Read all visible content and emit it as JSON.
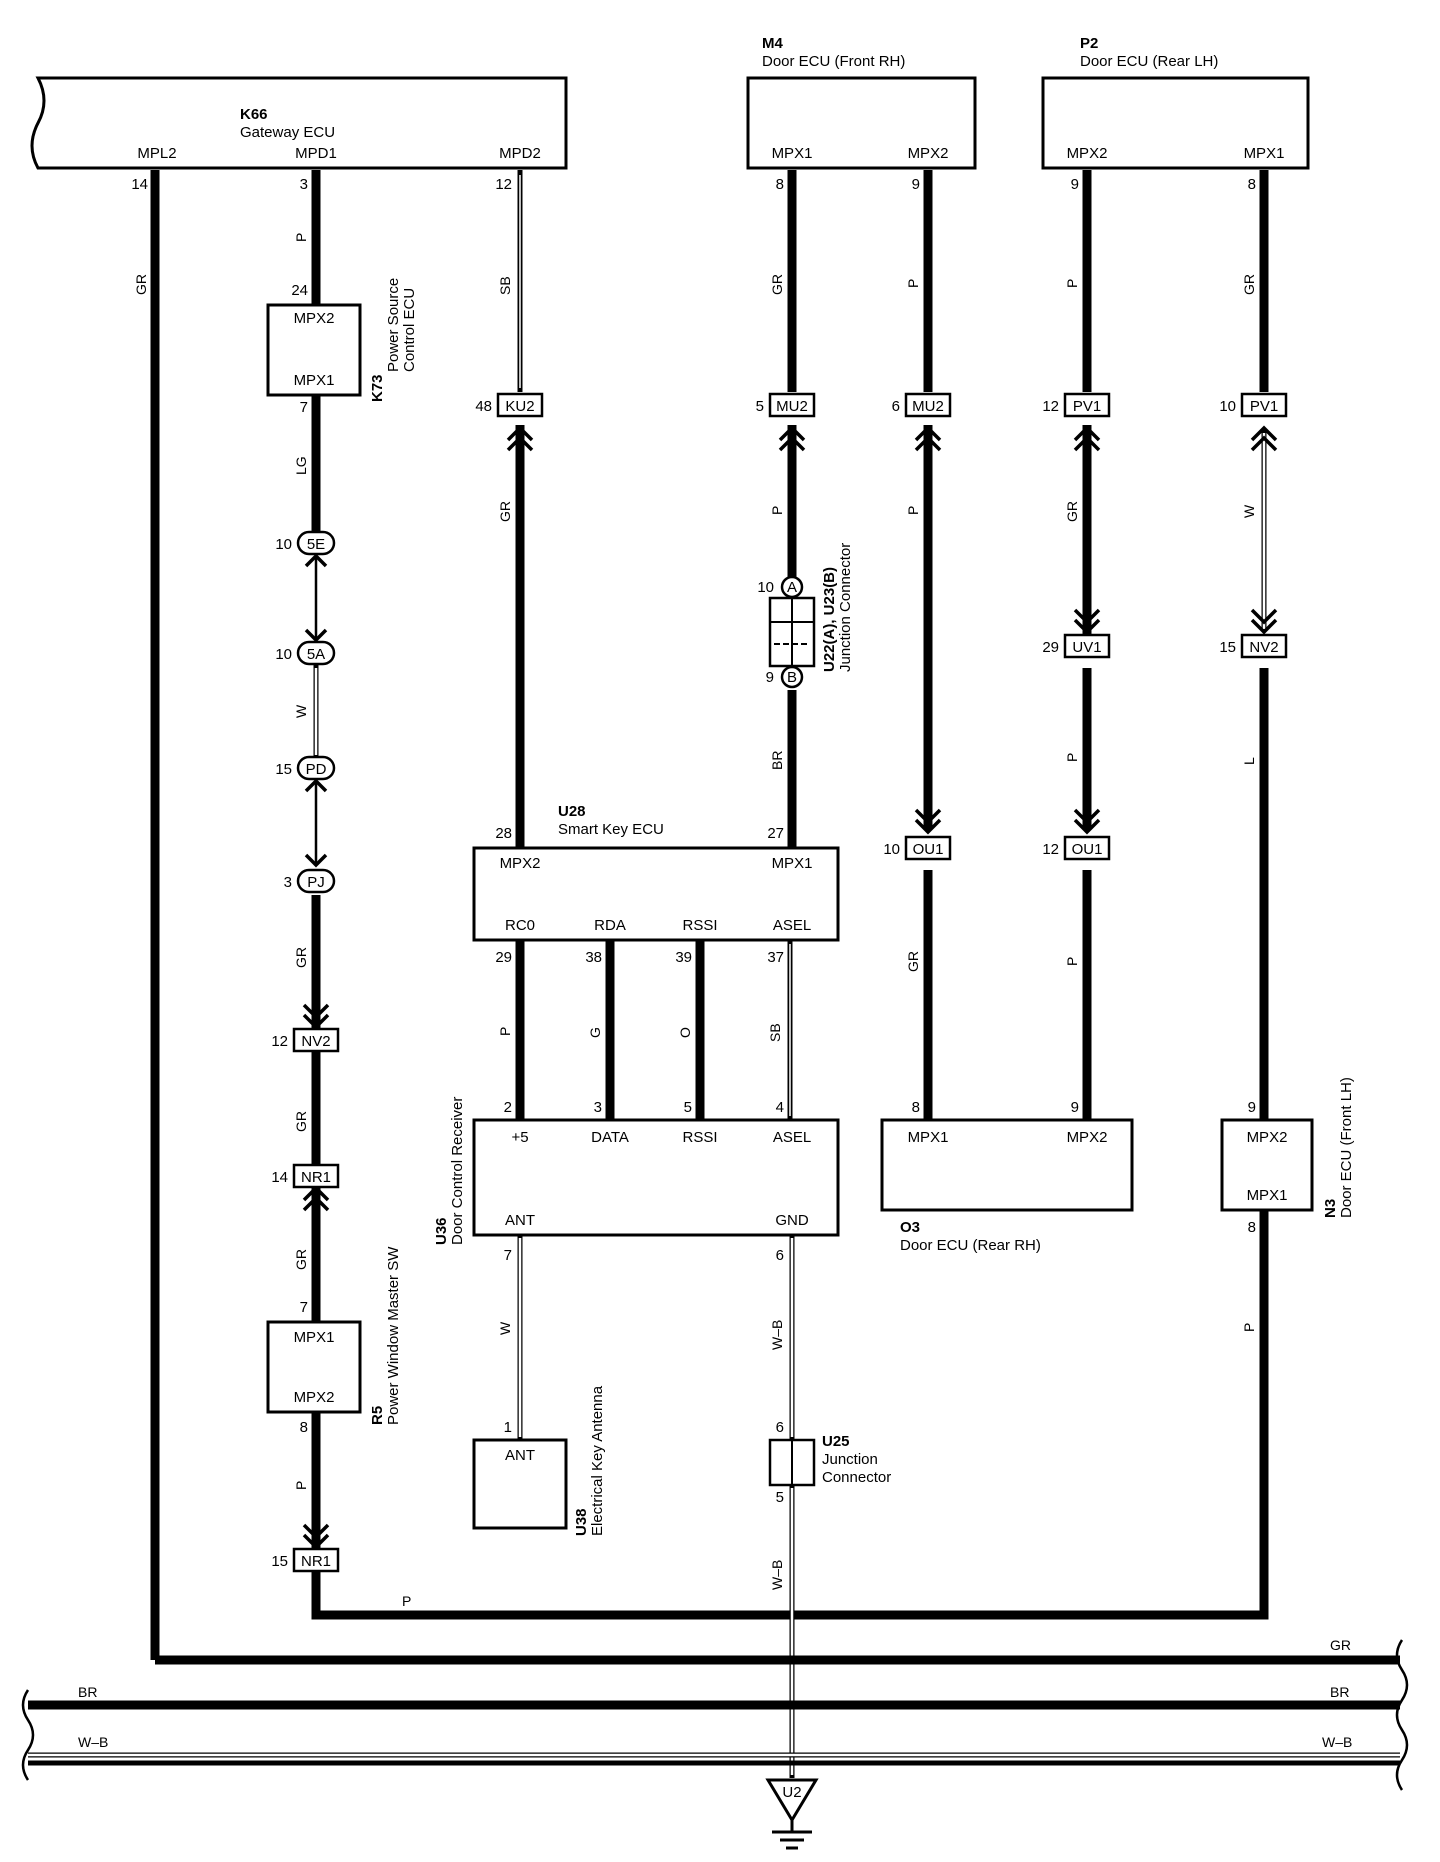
{
  "components": {
    "k66": {
      "code": "K66",
      "name": "Gateway ECU",
      "pins": [
        "MPL2",
        "MPD1",
        "MPD2"
      ],
      "pin_numbers": [
        "14",
        "3",
        "12"
      ]
    },
    "m4": {
      "code": "M4",
      "name": "Door ECU (Front RH)",
      "pins": [
        "MPX1",
        "MPX2"
      ],
      "pin_numbers": [
        "8",
        "9"
      ]
    },
    "p2": {
      "code": "P2",
      "name": "Door ECU (Rear LH)",
      "pins": [
        "MPX2",
        "MPX1"
      ],
      "pin_numbers": [
        "9",
        "8"
      ]
    },
    "k73": {
      "code": "K73",
      "name_line1": "Power Source",
      "name_line2": "Control ECU",
      "pins": [
        "MPX2",
        "MPX1"
      ],
      "pin_numbers": [
        "24",
        "7"
      ]
    },
    "u28": {
      "code": "U28",
      "name": "Smart Key ECU",
      "pins_top": [
        "MPX2",
        "MPX1"
      ],
      "pins_top_numbers": [
        "28",
        "27"
      ],
      "pins_bottom": [
        "RC0",
        "RDA",
        "RSSI",
        "ASEL"
      ],
      "pins_bottom_numbers": [
        "29",
        "38",
        "39",
        "37"
      ]
    },
    "u36": {
      "code": "U36",
      "name": "Door Control Receiver",
      "pins_top": [
        "+5",
        "DATA",
        "RSSI",
        "ASEL"
      ],
      "pins_top_numbers": [
        "2",
        "3",
        "5",
        "4"
      ],
      "pins_bottom": [
        "ANT",
        "GND"
      ],
      "pins_bottom_numbers": [
        "7",
        "6"
      ]
    },
    "u38": {
      "code": "U38",
      "name": "Electrical Key Antenna",
      "pin": "ANT",
      "pin_number": "1"
    },
    "r5": {
      "code": "R5",
      "name": "Power Window Master SW",
      "pins": [
        "MPX1",
        "MPX2"
      ],
      "pin_numbers": [
        "7",
        "8"
      ]
    },
    "o3": {
      "code": "O3",
      "name": "Door ECU (Rear RH)",
      "pins": [
        "MPX1",
        "MPX2"
      ],
      "pin_numbers": [
        "8",
        "9"
      ]
    },
    "n3": {
      "code": "N3",
      "name": "Door ECU (Front LH)",
      "pins": [
        "MPX2",
        "MPX1"
      ],
      "pin_numbers": [
        "9",
        "8"
      ]
    },
    "u22": {
      "name": "U22(A), U23(B)",
      "name_line2": "Junction Connector",
      "a_label": "A",
      "b_label": "B",
      "a_pin": "10",
      "b_pin": "9"
    },
    "u25": {
      "code": "U25",
      "name_line1": "Junction",
      "name_line2": "Connector",
      "top_pin": "6",
      "bottom_pin": "5"
    },
    "ground": {
      "code": "U2"
    }
  },
  "connectors": {
    "ku2": {
      "label": "KU2",
      "pin": "48"
    },
    "mu2a": {
      "label": "MU2",
      "pin": "5"
    },
    "mu2b": {
      "label": "MU2",
      "pin": "6"
    },
    "pv1a": {
      "label": "PV1",
      "pin": "12"
    },
    "pv1b": {
      "label": "PV1",
      "pin": "10"
    },
    "c5e": {
      "label": "5E",
      "pin": "10"
    },
    "c5a": {
      "label": "5A",
      "pin": "10"
    },
    "pd": {
      "label": "PD",
      "pin": "15"
    },
    "pj": {
      "label": "PJ",
      "pin": "3"
    },
    "nv2a": {
      "label": "NV2",
      "pin": "12"
    },
    "nr1a": {
      "label": "NR1",
      "pin": "14"
    },
    "nr1b": {
      "label": "NR1",
      "pin": "15"
    },
    "uv1": {
      "label": "UV1",
      "pin": "29"
    },
    "nv2b": {
      "label": "NV2",
      "pin": "15"
    },
    "ou1a": {
      "label": "OU1",
      "pin": "10"
    },
    "ou1b": {
      "label": "OU1",
      "pin": "12"
    }
  },
  "wire_colors": {
    "k66_mpl2": "GR",
    "k66_mpd1_k73": "P",
    "k73_5e": "LG",
    "c5a_pd": "W",
    "pj_nv2": "GR",
    "nv2_nr1": "GR",
    "nr1_r5": "GR",
    "r5_nr1": "P",
    "bottom_p": "P",
    "k66_mpd2": "SB",
    "ku2_u28": "GR",
    "m4_mpx1": "GR",
    "mu2_jc": "P",
    "jc_u28": "BR",
    "m4_mpx2": "P",
    "mu2_ou1": "P",
    "ou1_o3": "GR",
    "p2_mpx2": "P",
    "pv1_uv1": "GR",
    "uv1_ou1": "P",
    "ou1_o3_mpx2": "P",
    "p2_mpx1": "GR",
    "pv1_nv2": "W",
    "nv2_n3": "L",
    "n3_bottom": "P",
    "rc0": "P",
    "rda": "G",
    "rssi": "O",
    "asel": "SB",
    "ant": "W",
    "gnd_u25": "W–B",
    "u25_gnd": "W–B",
    "bus_gr": "GR",
    "bus_br_left": "BR",
    "bus_br_right": "BR",
    "bus_wb_left": "W–B",
    "bus_wb_right": "W–B"
  }
}
